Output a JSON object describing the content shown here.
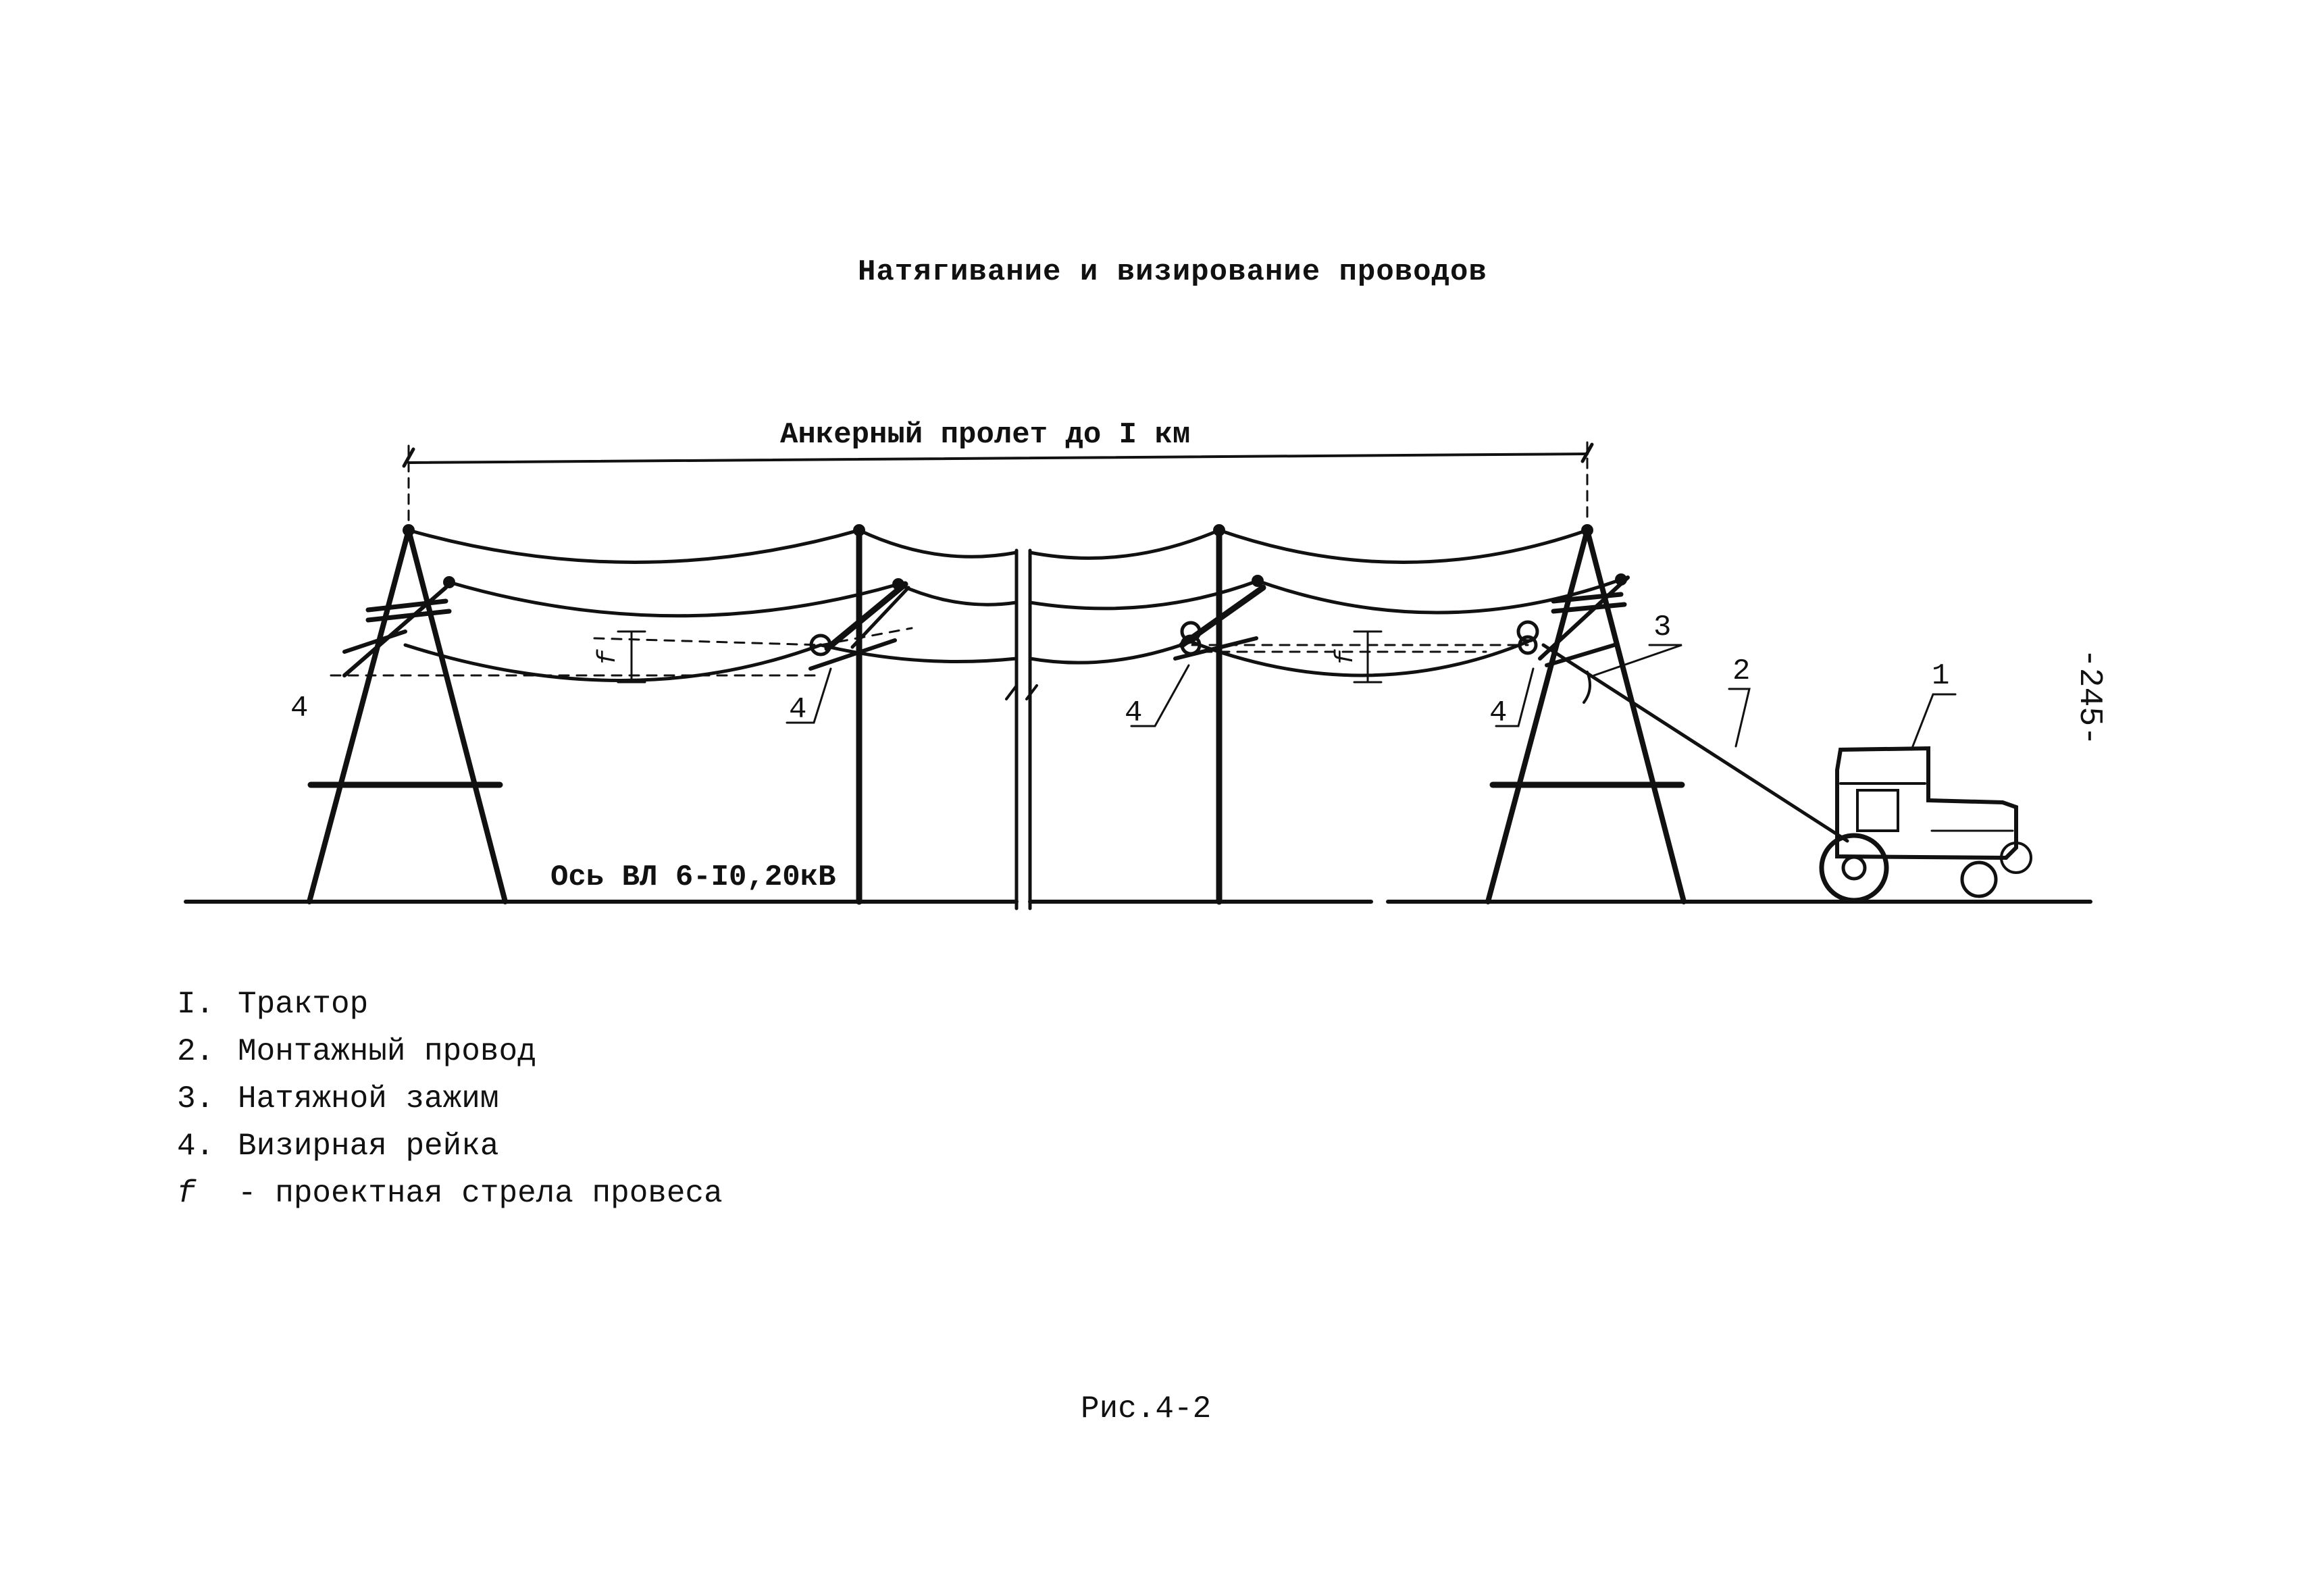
{
  "title": "Натягивание и визирование проводов",
  "span_label": "Анкерный пролет до I км",
  "axis_label": "Ось ВЛ 6-I0,20кВ",
  "page_number": "-245-",
  "caption": "Рис.4-2",
  "callouts": {
    "left_rail": "4",
    "mid_rail_1": "4",
    "mid_rail_2": "4",
    "right_rail": "4",
    "tractor": "1",
    "mount_wire": "2",
    "clamp": "3",
    "sag_1": "f",
    "sag_2": "f"
  },
  "legend": [
    {
      "num": "I.",
      "text": "Трактор"
    },
    {
      "num": "2.",
      "text": "Монтажный провод"
    },
    {
      "num": "3.",
      "text": "Натяжной зажим"
    },
    {
      "num": "4.",
      "text": "Визирная рейка"
    },
    {
      "num": "f",
      "text": "- проектная стрела провеса"
    }
  ]
}
